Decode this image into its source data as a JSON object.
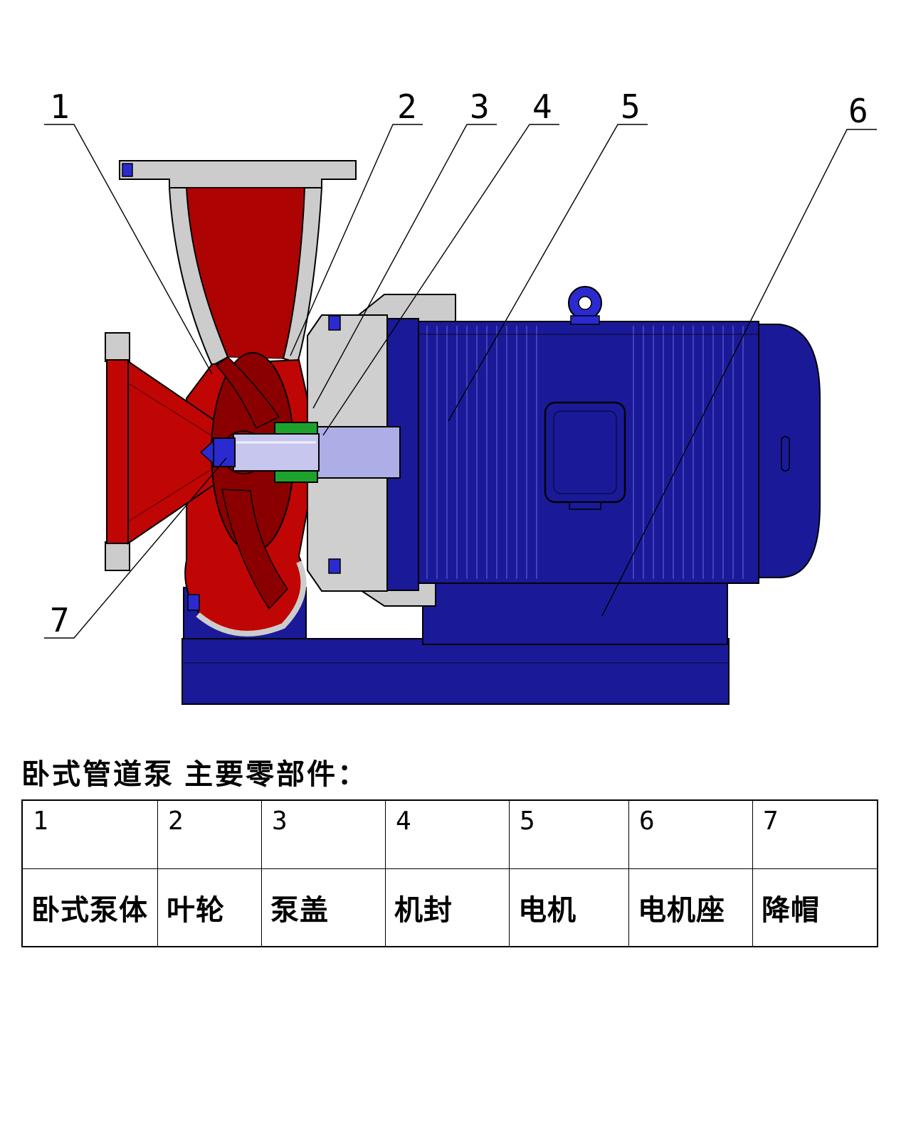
{
  "title": "卧式管道泵 主要零部件：",
  "callouts": [
    "1",
    "2",
    "3",
    "4",
    "5",
    "6",
    "7"
  ],
  "table": {
    "columns": [
      {
        "no": "1",
        "part": "卧式泵体"
      },
      {
        "no": "2",
        "part": "叶轮"
      },
      {
        "no": "3",
        "part": "泵盖"
      },
      {
        "no": "4",
        "part": "机封"
      },
      {
        "no": "5",
        "part": "电机"
      },
      {
        "no": "6",
        "part": "电机座"
      },
      {
        "no": "7",
        "part": "降帽"
      }
    ]
  },
  "colors": {
    "pump_body_red": "#c00505",
    "funnel_red": "#ae0303",
    "impeller_dark_red": "#8a0000",
    "motor_navy": "#1a1a99",
    "metal_gray": "#cccccc",
    "shaft_lavender": "#c6c6ee",
    "seal_green": "#1da32c",
    "bolt_blue": "#2a2ad0"
  }
}
